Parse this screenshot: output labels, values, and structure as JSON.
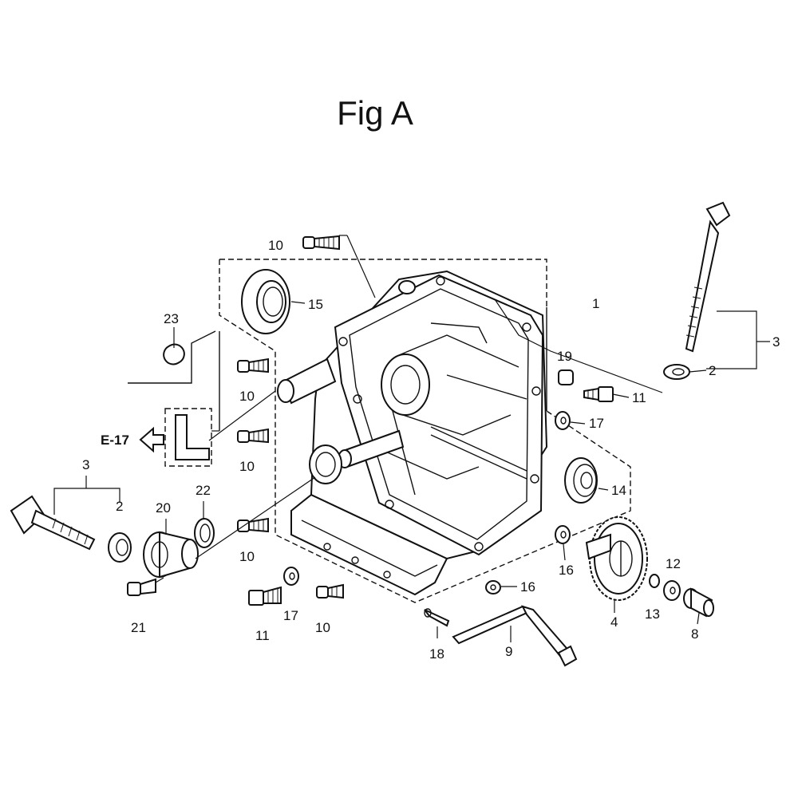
{
  "title": "Fig A",
  "reference": "E-17",
  "callouts": {
    "c1": "1",
    "c2a": "2",
    "c2b": "2",
    "c3a": "3",
    "c3b": "3",
    "c4": "4",
    "c8": "8",
    "c9": "9",
    "c10a": "10",
    "c10b": "10",
    "c10c": "10",
    "c10d": "10",
    "c10e": "10",
    "c11a": "11",
    "c11b": "11",
    "c12": "12",
    "c13": "13",
    "c14": "14",
    "c15": "15",
    "c16a": "16",
    "c16b": "16",
    "c17a": "17",
    "c17b": "17",
    "c18": "18",
    "c19": "19",
    "c20": "20",
    "c21": "21",
    "c22": "22",
    "c23": "23"
  }
}
